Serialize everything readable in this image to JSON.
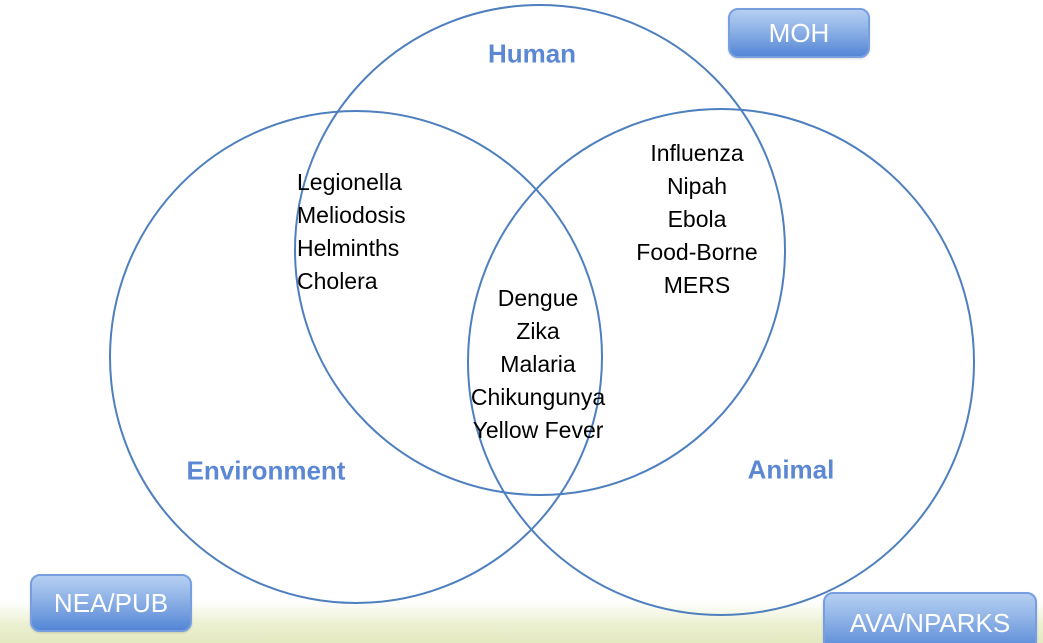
{
  "labels": {
    "human": "Human",
    "environment": "Environment",
    "animal": "Animal"
  },
  "regions": {
    "human_environment": {
      "items": [
        "Legionella",
        "Meliodosis",
        "Helminths",
        "Cholera"
      ]
    },
    "human_animal": {
      "items": [
        "Influenza",
        "Nipah",
        "Ebola",
        "Food-Borne",
        "MERS"
      ]
    },
    "all_three": {
      "items": [
        "Dengue",
        "Zika",
        "Malaria",
        "Chikungunya",
        "Yellow Fever"
      ]
    }
  },
  "badges": {
    "moh": "MOH",
    "nea_pub": "NEA/PUB",
    "ava_nparks": "AVA/NPARKS"
  },
  "colors": {
    "circle_stroke": "#4e7fbe",
    "circle_label_text": "#5c87d3",
    "disease_text": "#000000",
    "badge_text": "#ffffff",
    "badge_gradient_top": "#b5cff2",
    "badge_gradient_bottom": "#5486d6",
    "badge_border": "#779fe0",
    "footer_strip": "#e3e9c0"
  }
}
